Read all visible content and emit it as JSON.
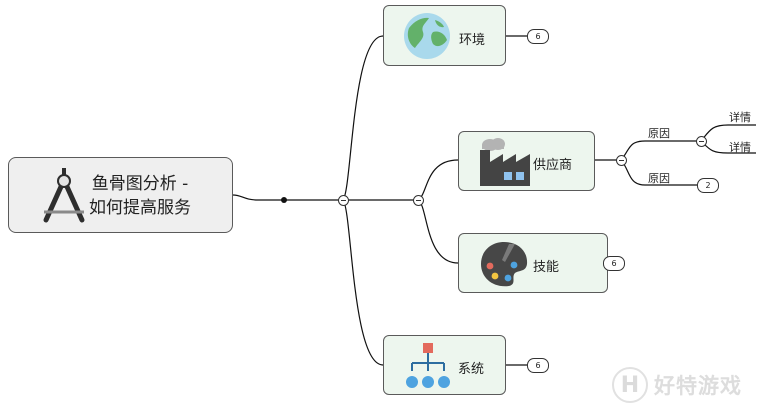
{
  "root": {
    "title": "鱼骨图分析 -\n如何提高服务",
    "icon": "compass-icon"
  },
  "branches": [
    {
      "key": "env",
      "label": "环境",
      "icon": "globe-icon",
      "badge": "6"
    },
    {
      "key": "supplier",
      "label": "供应商",
      "icon": "factory-icon",
      "children": [
        {
          "label": "原因",
          "children": [
            "详情",
            "详情"
          ]
        },
        {
          "label": "原因",
          "badge": "2"
        }
      ]
    },
    {
      "key": "skill",
      "label": "技能",
      "icon": "palette-icon",
      "badge": "6"
    },
    {
      "key": "system",
      "label": "系统",
      "icon": "org-chart-icon",
      "badge": "6"
    }
  ],
  "colors": {
    "node_fill": "#edf6ee",
    "root_fill": "#efefef",
    "line": "#000000"
  },
  "watermark": {
    "logo": "H",
    "text": "好特游戏"
  }
}
